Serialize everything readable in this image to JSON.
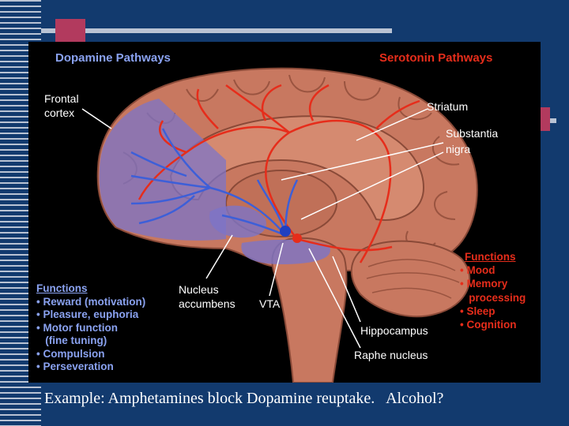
{
  "slide": {
    "caption": "Example: Amphetamines block Dopamine reuptake.   Alcohol?"
  },
  "diagram": {
    "dopamine_title": "Dopamine Pathways",
    "serotonin_title": "Serotonin Pathways",
    "labels": {
      "frontal_cortex_1": "Frontal",
      "frontal_cortex_2": "cortex",
      "striatum": "Striatum",
      "substantia_nigra_1": "Substantia",
      "substantia_nigra_2": "nigra",
      "nucleus_accumbens_1": "Nucleus",
      "nucleus_accumbens_2": "accumbens",
      "vta": "VTA",
      "hippocampus": "Hippocampus",
      "raphe_nucleus": "Raphe nucleus"
    },
    "dopamine_functions": {
      "heading": "Functions",
      "items": [
        "• Reward (motivation)",
        "• Pleasure, euphoria",
        "• Motor function",
        "   (fine tuning)",
        "• Compulsion",
        "• Perseveration"
      ]
    },
    "serotonin_functions": {
      "heading": "Functions",
      "items": [
        "• Mood",
        "• Memory",
        "   processing",
        "• Sleep",
        "• Cognition"
      ]
    },
    "colors": {
      "dopamine": "#8aa2f0",
      "serotonin": "#e62d1b",
      "brain": "#c87860"
    }
  }
}
